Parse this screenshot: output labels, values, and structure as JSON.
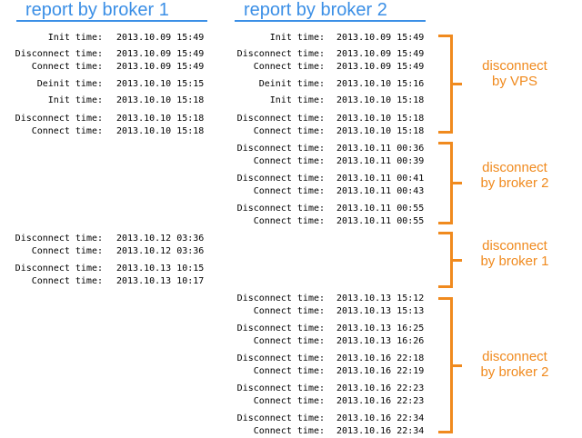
{
  "columns": {
    "left_title": "report by broker 1",
    "right_title": "report by broker 2"
  },
  "labels": {
    "init": "Init time:",
    "disconnect": "Disconnect time:",
    "connect": "Connect time:",
    "deinit": "Deinit time:"
  },
  "left_entries": [
    {
      "label": "Init time:",
      "value": "2013.10.09 15:49"
    },
    {
      "label": "Disconnect time:",
      "value": "2013.10.09 15:49"
    },
    {
      "label": "Connect time:",
      "value": "2013.10.09 15:49"
    },
    {
      "label": "Deinit time:",
      "value": "2013.10.10 15:15"
    },
    {
      "label": "Init time:",
      "value": "2013.10.10 15:18"
    },
    {
      "label": "Disconnect time:",
      "value": "2013.10.10 15:18"
    },
    {
      "label": "Connect time:",
      "value": "2013.10.10 15:18"
    },
    {
      "label": "Disconnect time:",
      "value": "2013.10.12 03:36"
    },
    {
      "label": "Connect time:",
      "value": "2013.10.12 03:36"
    },
    {
      "label": "Disconnect time:",
      "value": "2013.10.13 10:15"
    },
    {
      "label": "Connect time:",
      "value": "2013.10.13 10:17"
    }
  ],
  "right_entries": [
    {
      "label": "Init time:",
      "value": "2013.10.09 15:49"
    },
    {
      "label": "Disconnect time:",
      "value": "2013.10.09 15:49"
    },
    {
      "label": "Connect time:",
      "value": "2013.10.09 15:49"
    },
    {
      "label": "Deinit time:",
      "value": "2013.10.10 15:16"
    },
    {
      "label": "Init time:",
      "value": "2013.10.10 15:18"
    },
    {
      "label": "Disconnect time:",
      "value": "2013.10.10 15:18"
    },
    {
      "label": "Connect time:",
      "value": "2013.10.10 15:18"
    },
    {
      "label": "Disconnect time:",
      "value": "2013.10.11 00:36"
    },
    {
      "label": "Connect time:",
      "value": "2013.10.11 00:39"
    },
    {
      "label": "Disconnect time:",
      "value": "2013.10.11 00:41"
    },
    {
      "label": "Connect time:",
      "value": "2013.10.11 00:43"
    },
    {
      "label": "Disconnect time:",
      "value": "2013.10.11 00:55"
    },
    {
      "label": "Connect time:",
      "value": "2013.10.11 00:55"
    },
    {
      "label": "Disconnect time:",
      "value": "2013.10.13 15:12"
    },
    {
      "label": "Connect time:",
      "value": "2013.10.13 15:13"
    },
    {
      "label": "Disconnect time:",
      "value": "2013.10.13 16:25"
    },
    {
      "label": "Connect time:",
      "value": "2013.10.13 16:26"
    },
    {
      "label": "Disconnect time:",
      "value": "2013.10.16 22:18"
    },
    {
      "label": "Connect time:",
      "value": "2013.10.16 22:19"
    },
    {
      "label": "Disconnect time:",
      "value": "2013.10.16 22:23"
    },
    {
      "label": "Connect time:",
      "value": "2013.10.16 22:23"
    },
    {
      "label": "Disconnect time:",
      "value": "2013.10.16 22:34"
    },
    {
      "label": "Connect time:",
      "value": "2013.10.16 22:34"
    }
  ],
  "annotations": [
    {
      "line1": "disconnect",
      "line2": "by VPS"
    },
    {
      "line1": "disconnect",
      "line2": "by broker 2"
    },
    {
      "line1": "disconnect",
      "line2": "by broker 1"
    },
    {
      "line1": "disconnect",
      "line2": "by broker 2"
    }
  ],
  "colors": {
    "title_blue": "#3b8fe6",
    "annotation_orange": "#f08a1e",
    "text": "#000000"
  }
}
